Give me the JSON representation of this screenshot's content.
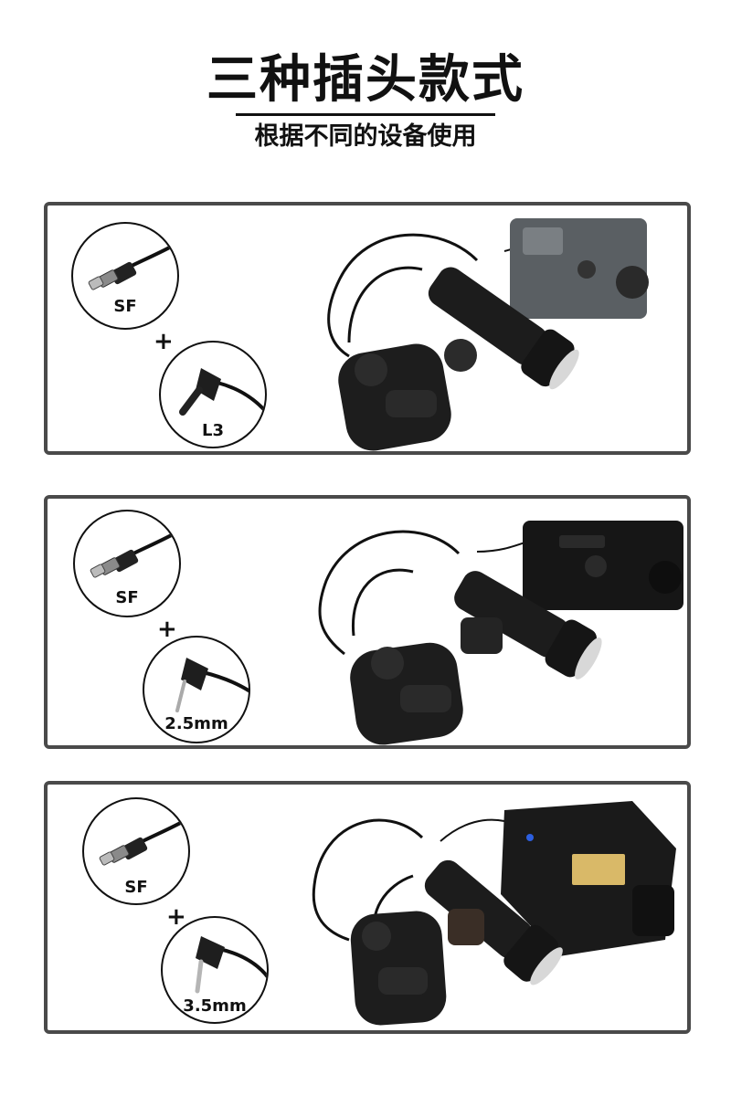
{
  "header": {
    "title": "三种插头款式",
    "subtitle": "根据不同的设备使用"
  },
  "panels": [
    {
      "connector_top": "SF",
      "plus": "+",
      "connector_bottom": "L3"
    },
    {
      "connector_top": "SF",
      "plus": "+",
      "connector_bottom": "2.5mm"
    },
    {
      "connector_top": "SF",
      "plus": "+",
      "connector_bottom": "3.5mm"
    }
  ]
}
